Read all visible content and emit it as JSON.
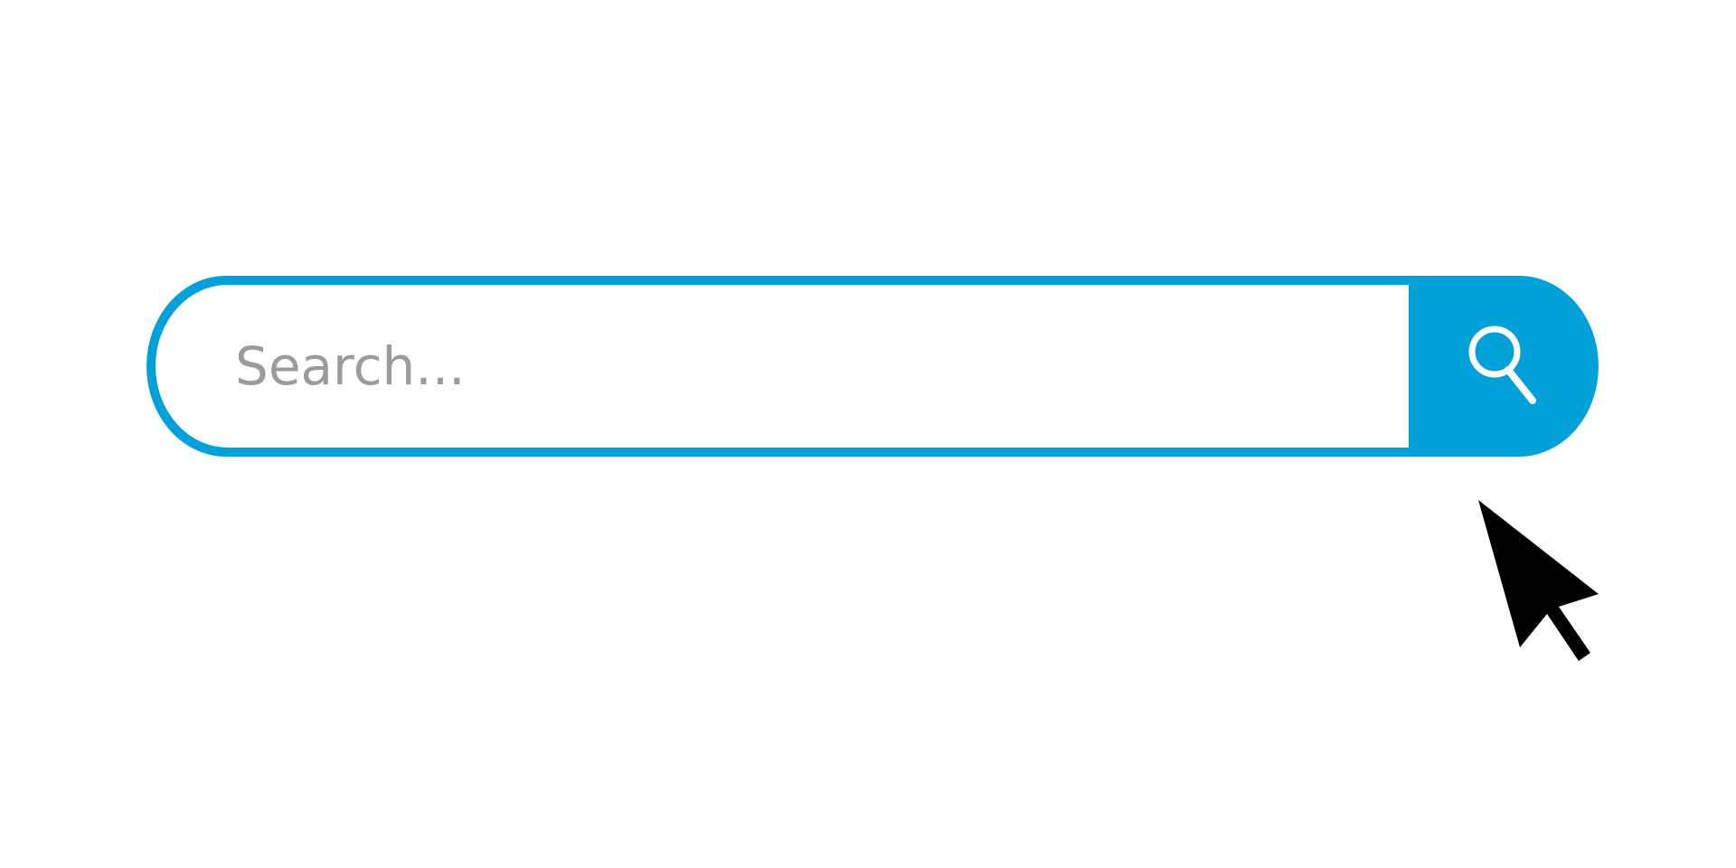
{
  "search": {
    "placeholder": "Search..."
  },
  "icons": {
    "search_button_icon": "magnifying-glass",
    "pointer": "mouse-cursor-arrow"
  },
  "colors": {
    "accent": "#00a1d9",
    "placeholder_text": "#9b9b9b",
    "icon_stroke": "#ffffff",
    "cursor": "#000000",
    "background": "#ffffff"
  }
}
